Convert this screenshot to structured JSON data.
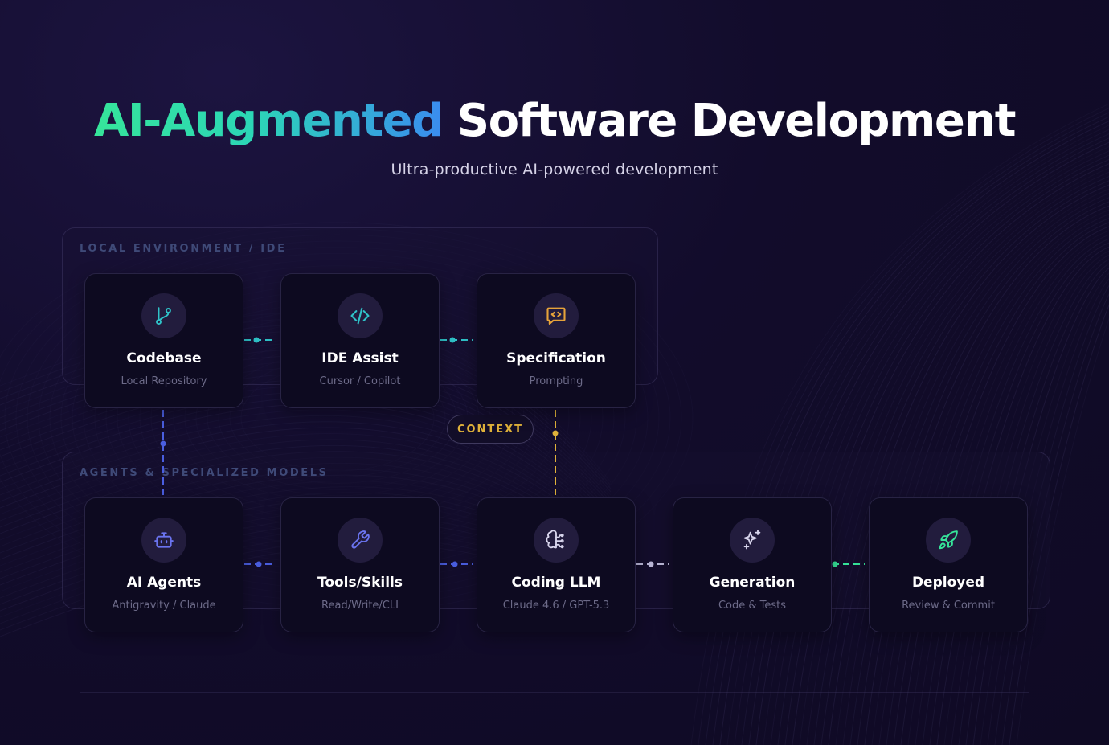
{
  "header": {
    "title_highlight": "AI-Augmented",
    "title_rest": "Software Development",
    "subtitle": "Ultra-productive AI-powered development"
  },
  "sections": {
    "local_label": "LOCAL ENVIRONMENT / IDE",
    "agents_label": "AGENTS & SPECIALIZED MODELS"
  },
  "context_label": "CONTEXT",
  "cards": {
    "codebase": {
      "title": "Codebase",
      "subtitle": "Local Repository",
      "icon": "git-branch-icon"
    },
    "ide_assist": {
      "title": "IDE Assist",
      "subtitle": "Cursor / Copilot",
      "icon": "code-icon"
    },
    "specification": {
      "title": "Specification",
      "subtitle": "Prompting",
      "icon": "message-code-icon"
    },
    "ai_agents": {
      "title": "AI Agents",
      "subtitle": "Antigravity / Claude",
      "icon": "bot-icon"
    },
    "tools_skills": {
      "title": "Tools/Skills",
      "subtitle": "Read/Write/CLI",
      "icon": "wrench-icon"
    },
    "coding_llm": {
      "title": "Coding LLM",
      "subtitle": "Claude 4.6 / GPT-5.3",
      "icon": "brain-icon"
    },
    "generation": {
      "title": "Generation",
      "subtitle": "Code & Tests",
      "icon": "sparkles-icon"
    },
    "deployed": {
      "title": "Deployed",
      "subtitle": "Review & Commit",
      "icon": "rocket-icon"
    }
  },
  "colors": {
    "teal": "#2fc2c8",
    "blue": "#4a5ee0",
    "gold": "#e0b23a",
    "silver": "#b9b6d6",
    "green": "#36e59a",
    "orange": "#e6a33a"
  }
}
